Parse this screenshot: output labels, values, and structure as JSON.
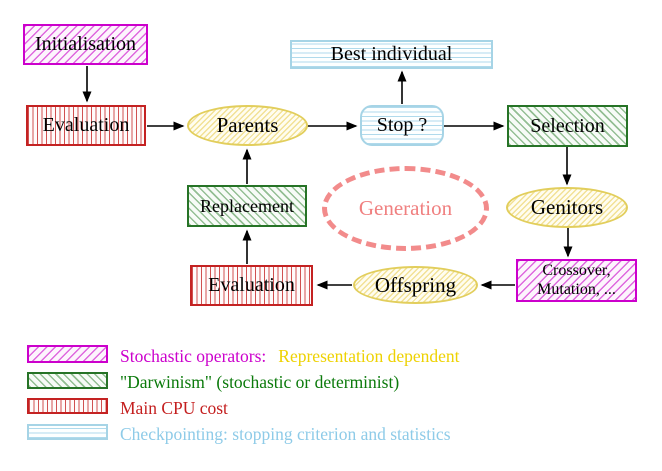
{
  "diagram": {
    "nodes": {
      "initialisation": {
        "label": "Initialisation"
      },
      "best_individual": {
        "label": "Best individual"
      },
      "evaluation_top": {
        "label": "Evaluation"
      },
      "parents": {
        "label": "Parents"
      },
      "stop": {
        "label": "Stop ?"
      },
      "selection": {
        "label": "Selection"
      },
      "replacement": {
        "label": "Replacement"
      },
      "generation": {
        "label": "Generation"
      },
      "genitors": {
        "label": "Genitors"
      },
      "crossover_mutation": {
        "lines": [
          "Crossover,",
          "Mutation, ..."
        ]
      },
      "evaluation_bottom": {
        "label": "Evaluation"
      },
      "offspring": {
        "label": "Offspring"
      }
    },
    "edges": [
      {
        "from": "initialisation",
        "to": "evaluation_top",
        "line": [
          87,
          66,
          87,
          101
        ]
      },
      {
        "from": "evaluation_top",
        "to": "parents",
        "line": [
          147,
          126,
          183,
          126
        ]
      },
      {
        "from": "parents",
        "to": "stop",
        "line": [
          307,
          126,
          356,
          126
        ]
      },
      {
        "from": "stop",
        "to": "best_individual",
        "line": [
          402,
          104,
          402,
          72
        ]
      },
      {
        "from": "stop",
        "to": "selection",
        "line": [
          444,
          126,
          503,
          126
        ]
      },
      {
        "from": "selection",
        "to": "genitors",
        "line": [
          567,
          147,
          567,
          184
        ]
      },
      {
        "from": "genitors",
        "to": "crossover_mutation",
        "line": [
          568,
          228,
          568,
          256
        ]
      },
      {
        "from": "crossover_mutation",
        "to": "offspring",
        "line": [
          515,
          285,
          482,
          285
        ]
      },
      {
        "from": "offspring",
        "to": "evaluation_bottom",
        "line": [
          352,
          285,
          318,
          285
        ]
      },
      {
        "from": "evaluation_bottom",
        "to": "replacement",
        "line": [
          247,
          264,
          247,
          231
        ]
      },
      {
        "from": "replacement",
        "to": "parents",
        "line": [
          247,
          184,
          247,
          150
        ]
      }
    ]
  },
  "legend": {
    "items": [
      {
        "swatch": "magenta-hatch",
        "label": "Stochastic operators:",
        "label2": "Representation dependent"
      },
      {
        "swatch": "green-hatch",
        "label": "\"Darwinism\" (stochastic or determinist)"
      },
      {
        "swatch": "red-stripes",
        "label": "Main CPU cost"
      },
      {
        "swatch": "cyan-stripes",
        "label": "Checkpointing: stopping criterion and statistics"
      }
    ]
  },
  "colors": {
    "magenta": "#cc00cc",
    "green_border": "#267326",
    "green_text": "#0b7a0b",
    "red": "#c42222",
    "cyan_border": "#a6d4e6",
    "cyan_text": "#8ecbe8",
    "gold_text": "#eed202",
    "yellow_ellipse_border": "#e2ce5c",
    "salmon_dashed": "#f08080",
    "arrow": "#000000"
  }
}
